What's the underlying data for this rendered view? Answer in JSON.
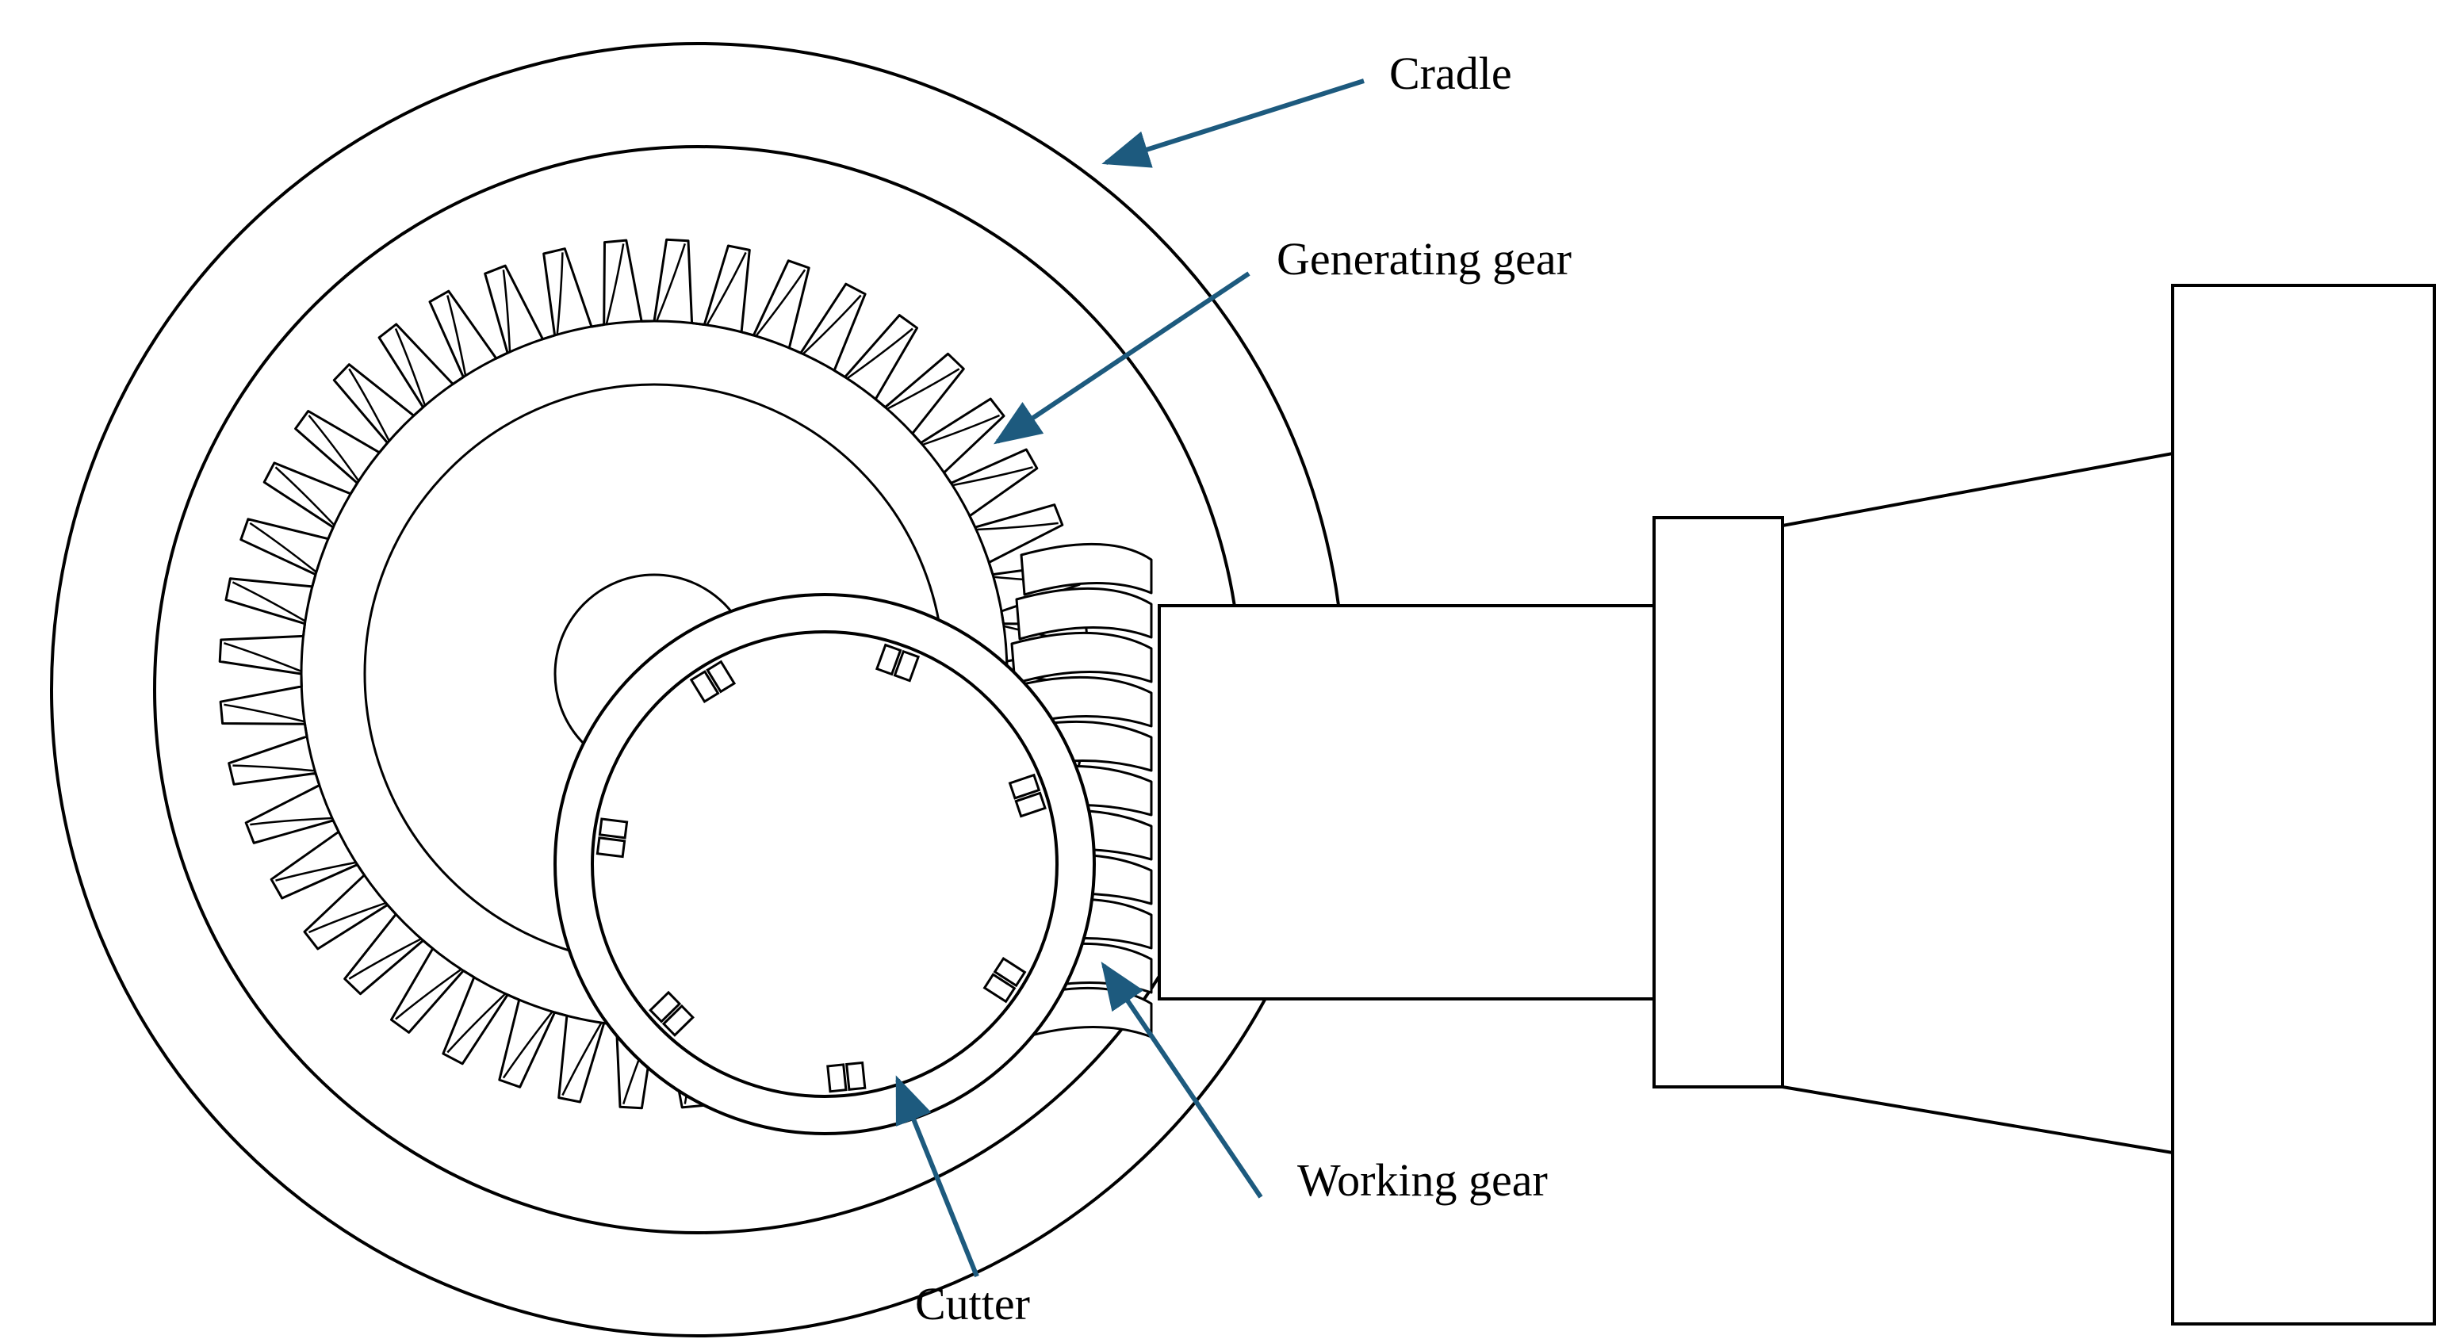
{
  "labels": {
    "cradle": "Cradle",
    "generating_gear": "Generating gear",
    "working_gear": "Working gear",
    "cutter": "Cutter"
  },
  "colors": {
    "line": "#000000",
    "arrow": "#1d5a7e",
    "background": "#ffffff"
  },
  "counts": {
    "generating_gear_teeth": 44,
    "working_gear_teeth_visible": 11,
    "cutter_blade_groups": 7
  }
}
